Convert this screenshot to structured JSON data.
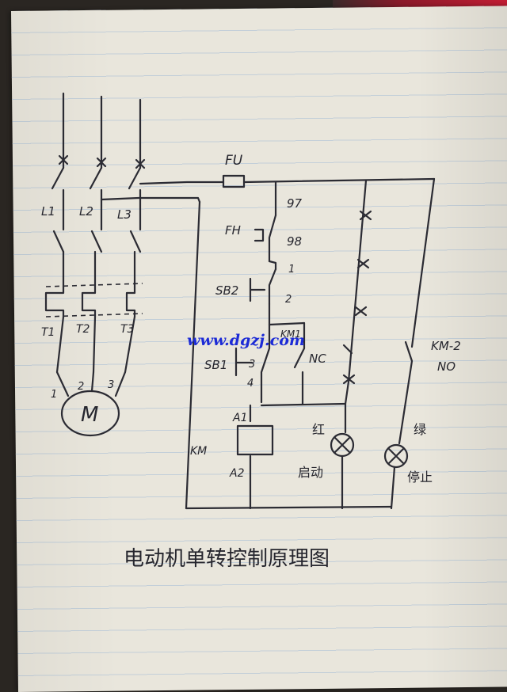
{
  "labels": {
    "fuse": "FU",
    "phase_1": "L1",
    "phase_2": "L2",
    "phase_3": "L3",
    "thermal_1": "T1",
    "thermal_2": "T2",
    "thermal_3": "T3",
    "motor_terminal_1": "1",
    "motor_terminal_2": "2",
    "motor_terminal_3": "3",
    "motor": "M",
    "thermal_relay": "FH",
    "terminal_97": "97",
    "terminal_98": "98",
    "stop_button": "SB2",
    "sb2_pin_1": "1",
    "sb2_pin_2": "2",
    "start_button": "SB1",
    "sb1_pin_3": "3",
    "sb1_pin_4": "4",
    "km_aux_contact": "KM1",
    "nc_contact": "NC",
    "km2_contact": "KM-2",
    "no_contact": "NO",
    "coil_a1": "A1",
    "coil_a2": "A2",
    "coil": "KM",
    "red_lamp": "红",
    "red_lamp_state": "启动",
    "green_lamp": "绿",
    "green_lamp_state": "停止",
    "watermark": "www.dgzj.com",
    "caption": "电动机单转控制原理图"
  }
}
